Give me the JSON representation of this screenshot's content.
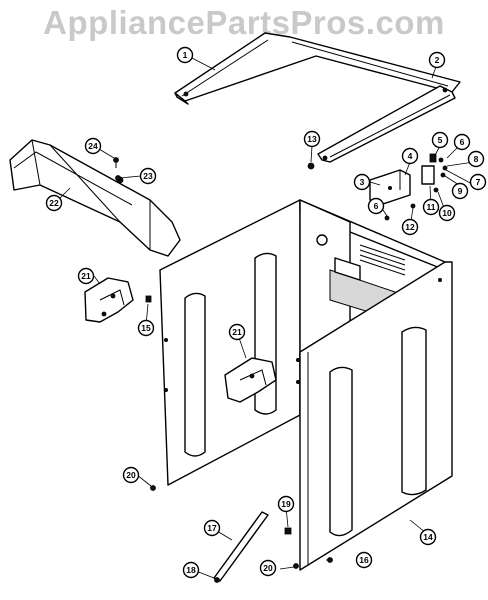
{
  "watermark": "AppliancePartsPros.com",
  "callouts": [
    {
      "id": "c1",
      "label": "1"
    },
    {
      "id": "c2",
      "label": "2"
    },
    {
      "id": "c3",
      "label": "3"
    },
    {
      "id": "c4",
      "label": "4"
    },
    {
      "id": "c5",
      "label": "5"
    },
    {
      "id": "c6a",
      "label": "6"
    },
    {
      "id": "c6b",
      "label": "6"
    },
    {
      "id": "c7",
      "label": "7"
    },
    {
      "id": "c8",
      "label": "8"
    },
    {
      "id": "c9",
      "label": "9"
    },
    {
      "id": "c10",
      "label": "10"
    },
    {
      "id": "c11",
      "label": "11"
    },
    {
      "id": "c12",
      "label": "12"
    },
    {
      "id": "c13",
      "label": "13"
    },
    {
      "id": "c14",
      "label": "14"
    },
    {
      "id": "c15",
      "label": "15"
    },
    {
      "id": "c16",
      "label": "16"
    },
    {
      "id": "c17",
      "label": "17"
    },
    {
      "id": "c18",
      "label": "18"
    },
    {
      "id": "c19",
      "label": "19"
    },
    {
      "id": "c20a",
      "label": "20"
    },
    {
      "id": "c20b",
      "label": "20"
    },
    {
      "id": "c21a",
      "label": "21"
    },
    {
      "id": "c21b",
      "label": "21"
    },
    {
      "id": "c22",
      "label": "22"
    },
    {
      "id": "c23",
      "label": "23"
    },
    {
      "id": "c24",
      "label": "24"
    }
  ]
}
